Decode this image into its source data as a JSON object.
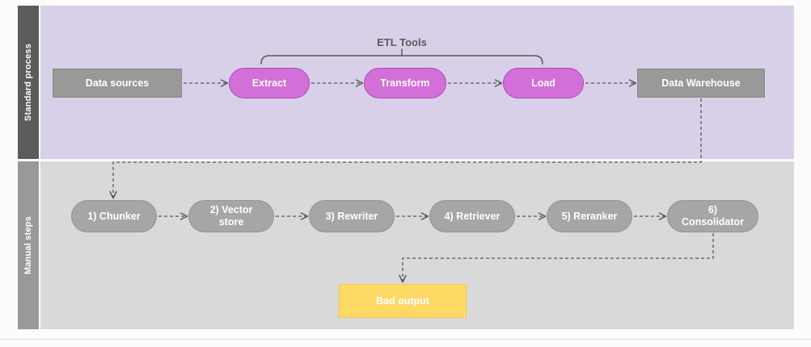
{
  "lanes": {
    "standard": {
      "label": "Standard process"
    },
    "manual": {
      "label": "Manual steps"
    }
  },
  "group": {
    "label": "ETL Tools"
  },
  "nodes": {
    "data_sources": "Data sources",
    "extract": "Extract",
    "transform": "Transform",
    "load": "Load",
    "data_warehouse": "Data Warehouse",
    "chunker": "1) Chunker",
    "vector_store": "2) Vector store",
    "rewriter": "3) Rewriter",
    "retriever": "4) Retriever",
    "reranker": "5) Reranker",
    "consolidator": "6) Consolidator",
    "bad_output": "Bad output"
  },
  "colors": {
    "lane_standard_bg": "#d8d0e8",
    "lane_standard_sidebar": "#5b5b5b",
    "lane_manual_bg": "#d9d9d9",
    "lane_manual_sidebar": "#999999",
    "gray_box_fill": "#999999",
    "gray_pill_fill": "#a6a6a6",
    "purple_fill": "#d26fd9",
    "purple_stroke": "#b14ab8",
    "yellow_fill": "#ffd966",
    "connector": "#595959"
  }
}
